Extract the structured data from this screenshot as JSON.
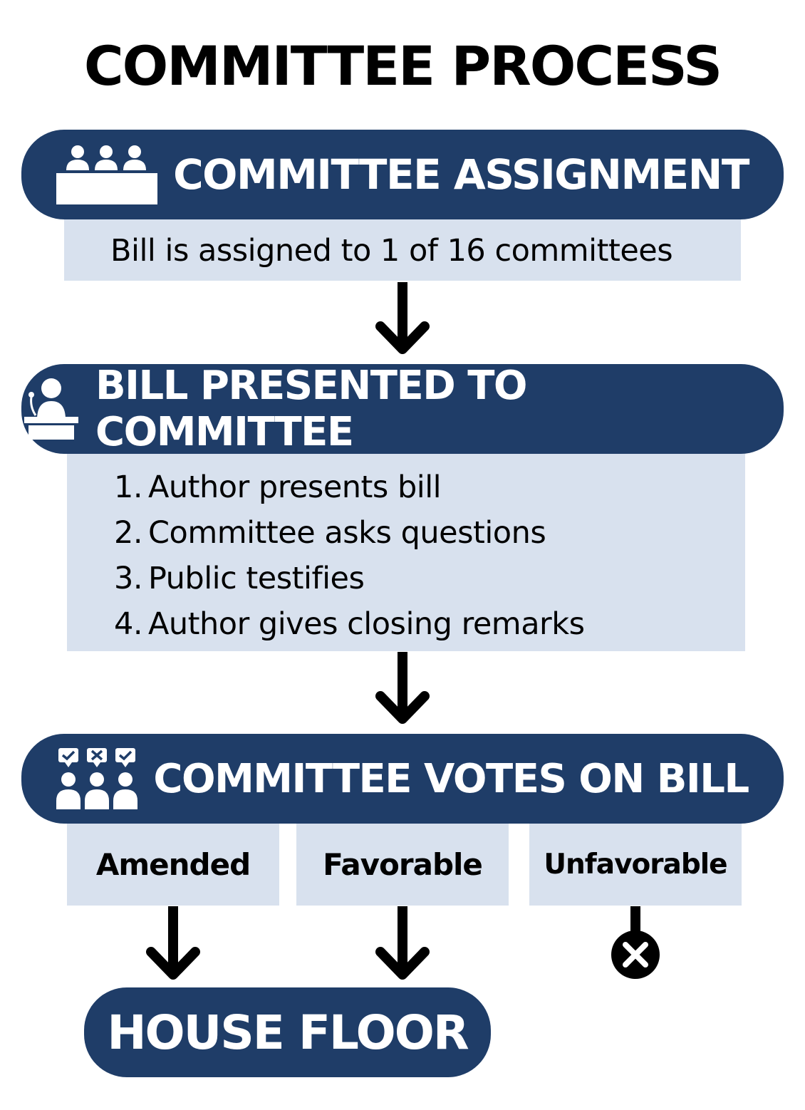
{
  "title": "COMMITTEE PROCESS",
  "colors": {
    "navy": "#1f3d68",
    "panel": "#d8e1ee",
    "text": "#000000"
  },
  "stages": [
    {
      "heading": "COMMITTEE ASSIGNMENT",
      "icon": "committee-table-icon",
      "description": "Bill is assigned to 1 of 16 committees"
    },
    {
      "heading": "BILL PRESENTED TO COMMITTEE",
      "icon": "podium-speaker-icon",
      "steps": [
        {
          "num": "1.",
          "text": "Author presents bill"
        },
        {
          "num": "2.",
          "text": "Committee asks questions"
        },
        {
          "num": "3.",
          "text": "Public testifies"
        },
        {
          "num": "4.",
          "text": "Author gives closing remarks"
        }
      ]
    },
    {
      "heading": "COMMITTEE VOTES ON BILL",
      "icon": "voting-people-icon",
      "outcomes": [
        "Amended",
        "Favorable",
        "Unfavorable"
      ]
    }
  ],
  "final": "HOUSE FLOOR",
  "icons": {
    "arrow": "down-arrow-icon",
    "stop": "x-circle-icon"
  }
}
